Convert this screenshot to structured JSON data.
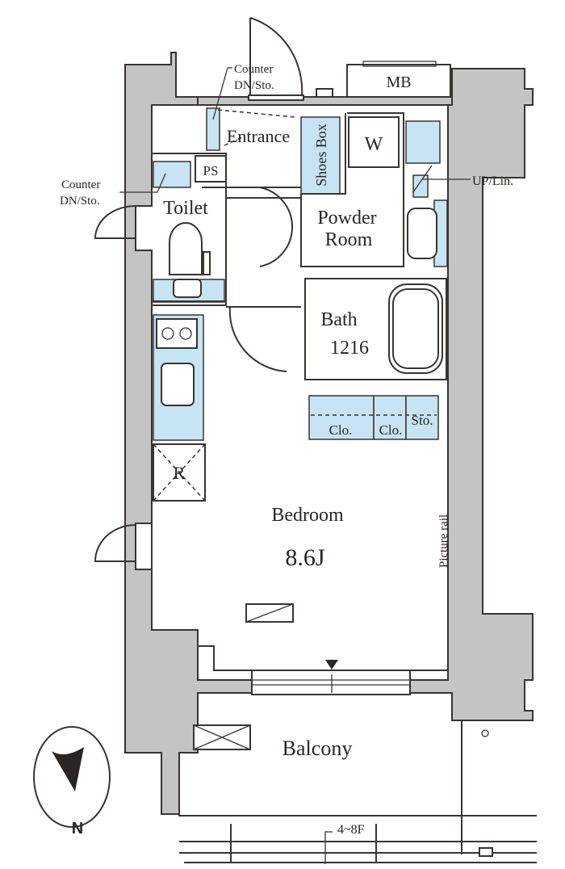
{
  "plan": {
    "rooms": {
      "entrance": "Entrance",
      "shoes_box": "Shoes Box",
      "toilet": "Toilet",
      "ps": "PS",
      "powder_room_line1": "Powder",
      "powder_room_line2": "Room",
      "washer": "W",
      "mb": "MB",
      "bath_line1": "Bath",
      "bath_line2": "1216",
      "closet1": "Clo.",
      "closet2": "Clo.",
      "storage": "Sto.",
      "refrigerator": "R",
      "bedroom": "Bedroom",
      "bedroom_size": "8.6J",
      "balcony": "Balcony"
    },
    "annotations": {
      "counter_top_line1": "Counter",
      "counter_top_line2": "DN/Sto.",
      "counter_left_line1": "Counter",
      "counter_left_line2": "DN/Sto.",
      "up_lin": "UP/Lin.",
      "picture_rail": "Picture rail",
      "floors": "4~8F"
    },
    "compass": {
      "label": "N"
    },
    "colors": {
      "wall": "#c4c4c4",
      "fixture": "#c6e4f3",
      "line": "#3a3330"
    }
  }
}
